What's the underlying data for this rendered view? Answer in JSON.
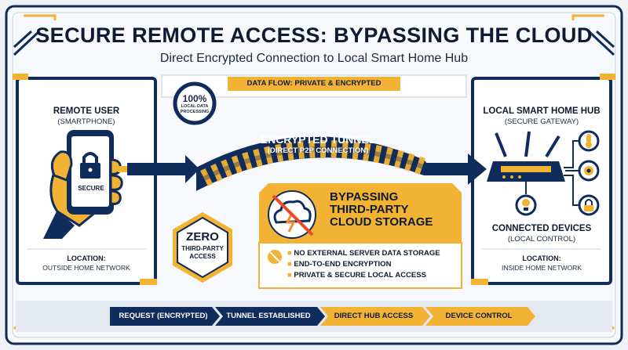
{
  "title": "SECURE REMOTE ACCESS: BYPASSING THE CLOUD",
  "subtitle": "Direct Encrypted Connection to Local Smart Home Hub",
  "data_flow_label": "DATA FLOW: PRIVATE & ENCRYPTED",
  "badge": {
    "value": "100%",
    "line1": "LOCAL DATA",
    "line2": "PROCESSING",
    "fraction": 1.0
  },
  "remote": {
    "title": "REMOTE USER",
    "subtitle": "(SMARTPHONE)",
    "phone_label": "SECURE",
    "location_title": "LOCATION:",
    "location_value": "OUTSIDE HOME NETWORK"
  },
  "tunnel": {
    "title": "ENCRYPTED TUNNEL",
    "subtitle": "(DIRECT P2P CONNECTION)"
  },
  "hub": {
    "title": "LOCAL SMART HOME HUB",
    "subtitle": "(SECURE GATEWAY)",
    "devices_title": "CONNECTED DEVICES",
    "devices_subtitle": "(LOCAL CONTROL)",
    "location_title": "LOCATION:",
    "location_value": "INSIDE HOME NETWORK"
  },
  "zero": {
    "title": "ZERO",
    "line1": "THIRD-PARTY",
    "line2": "ACCESS"
  },
  "bypass": {
    "title_lines": [
      "BYPASSING",
      "THIRD-PARTY",
      "CLOUD STORAGE"
    ],
    "bullets": [
      "NO EXTERNAL SERVER DATA STORAGE",
      "END-TO-END ENCRYPTION",
      "PRIVATE & SECURE LOCAL ACCESS"
    ]
  },
  "steps": [
    {
      "label": "REQUEST (ENCRYPTED)",
      "color": "#0f2c5c"
    },
    {
      "label": "TUNNEL ESTABLISHED",
      "color": "#0f2c5c"
    },
    {
      "label": "DIRECT HUB ACCESS",
      "color": "#f2b233"
    },
    {
      "label": "DEVICE CONTROL",
      "color": "#f2b233"
    }
  ],
  "colors": {
    "navy": "#0f2c5c",
    "gold": "#f2b233",
    "orange": "#f08a2a",
    "panel": "#ffffff"
  }
}
